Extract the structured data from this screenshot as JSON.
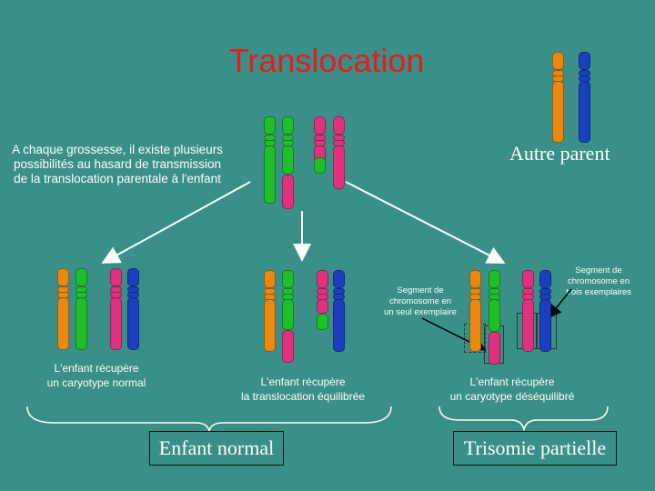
{
  "title": "Translocation",
  "intro_text": "A chaque grossesse, il existe plusieurs\npossibilités au hasard de transmission\nde la translocation parentale à l'enfant",
  "other_parent_label": "Autre parent",
  "segment_single_label": "Segment de\nchromosome en\nun seul exemplaire",
  "segment_triple_label": "Segment de\nchromosome en\ntrois exemplaires",
  "outcomes": [
    {
      "caption": "L'enfant récupère\nun caryotype normal"
    },
    {
      "caption": "L'enfant récupère\nla translocation équilibrée"
    },
    {
      "caption": "L'enfant récupère\nun caryotype déséquilibré"
    }
  ],
  "groups": [
    {
      "label": "Enfant normal"
    },
    {
      "label": "Trisomie partielle"
    }
  ],
  "colors": {
    "background": "#3a8f88",
    "title": "#e81c1c",
    "orange": "#e88a12",
    "green": "#1fbf2a",
    "pink": "#e0337f",
    "blue": "#1b3fc0"
  }
}
